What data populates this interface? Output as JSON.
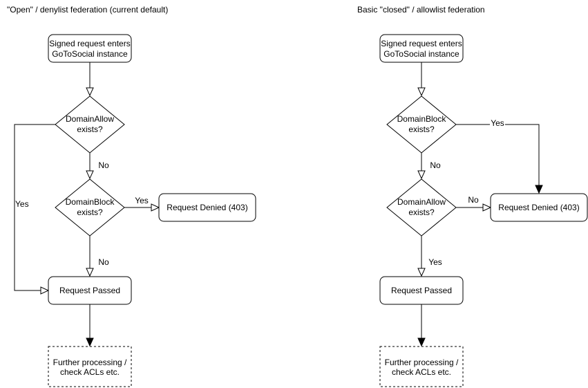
{
  "colors": {
    "background": "#ffffff",
    "stroke": "#000000",
    "shape_fill": "#ffffff",
    "text": "#000000"
  },
  "left": {
    "title": "\"Open\" / denylist federation (current default)",
    "nodes": {
      "entry": [
        "Signed request enters",
        "GoToSocial instance"
      ],
      "decision1": [
        "DomainAllow",
        "exists?"
      ],
      "decision2": [
        "DomainBlock",
        "exists?"
      ],
      "denied": "Request Denied (403)",
      "passed": "Request Passed",
      "further": [
        "Further processing /",
        "check ACLs etc."
      ]
    },
    "edges": {
      "decision1_no": "No",
      "decision1_yes": "Yes",
      "decision2_yes": "Yes",
      "decision2_no": "No"
    }
  },
  "right": {
    "title": "Basic \"closed\" / allowlist federation",
    "nodes": {
      "entry": [
        "Signed request enters",
        "GoToSocial instance"
      ],
      "decision1": [
        "DomainBlock",
        "exists?"
      ],
      "decision2": [
        "DomainAllow",
        "exists?"
      ],
      "denied": "Request Denied (403)",
      "passed": "Request Passed",
      "further": [
        "Further processing /",
        "check ACLs etc."
      ]
    },
    "edges": {
      "decision1_yes": "Yes",
      "decision1_no": "No",
      "decision2_no": "No",
      "decision2_yes": "Yes"
    }
  }
}
